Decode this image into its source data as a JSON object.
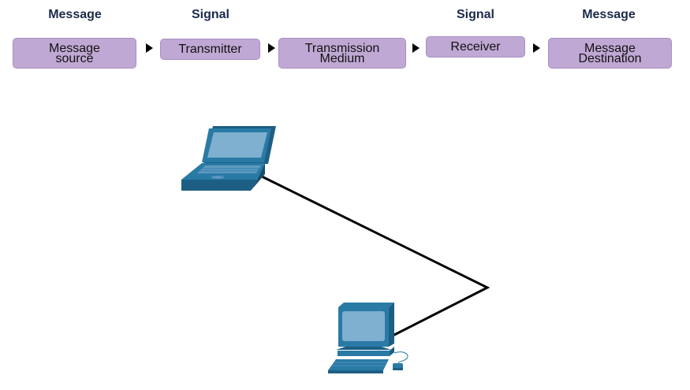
{
  "labels": {
    "message_left": "Message",
    "signal_left": "Signal",
    "signal_right": "Signal",
    "message_right": "Message"
  },
  "pipeline": [
    {
      "line1": "Message",
      "line2": "source"
    },
    {
      "line1": "Transmitter",
      "line2": ""
    },
    {
      "line1": "Transmission",
      "line2": "Medium"
    },
    {
      "line1": "Receiver",
      "line2": ""
    },
    {
      "line1": "Message",
      "line2": "Destination"
    }
  ],
  "colors": {
    "box_fill": "#c0a8d4",
    "label_text": "#1b2a4a",
    "device_blue": "#2a6f97",
    "screen_blue": "#7fb0cf",
    "cable": "#000000"
  },
  "devices": {
    "laptop_icon": "laptop-icon",
    "desktop_icon": "desktop-computer-icon"
  }
}
